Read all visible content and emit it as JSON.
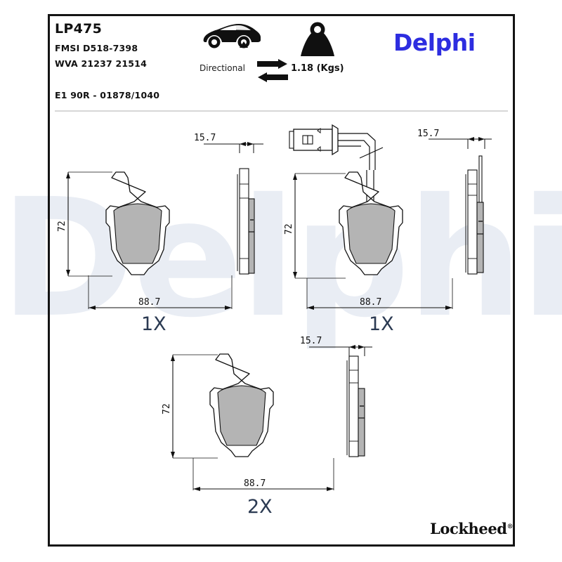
{
  "document": {
    "part_number": "LP475",
    "fmsi_label": "FMSI D518-7398",
    "wva_label": "WVA 21237 21514",
    "approval": "E1 90R - 01878/1040"
  },
  "header": {
    "car_icon": "car-side-icon",
    "directional_label": "Directional",
    "directional_icon": "bidirectional-arrows-icon",
    "weight_icon": "weight-kettlebell-icon",
    "weight_label": "1.18 (Kgs)",
    "brand": "Delphi",
    "brand_color": "#2d2de0"
  },
  "footer": {
    "brand": "Lockheed",
    "registered_mark": "®"
  },
  "watermark": {
    "text": "Delphi",
    "color": "#e9edf4"
  },
  "colors": {
    "line": "#111111",
    "friction_fill": "#b4b4b4",
    "friction_fill_dark": "#a0a0a0",
    "plate_fill": "#ffffff",
    "divider": "#d7d7d7",
    "border": "#141414"
  },
  "views": [
    {
      "id": "top-left-pad",
      "quantity_label": "1X",
      "width_dim": "88.7",
      "height_dim": "72",
      "thickness_dim": "15.7",
      "has_wear_sensor": false
    },
    {
      "id": "top-right-pad",
      "quantity_label": "1X",
      "width_dim": "88.7",
      "height_dim": "72",
      "thickness_dim": "15.7",
      "has_wear_sensor": true
    },
    {
      "id": "bottom-pad",
      "quantity_label": "2X",
      "width_dim": "88.7",
      "height_dim": "72",
      "thickness_dim": "15.7",
      "has_wear_sensor": false
    }
  ]
}
